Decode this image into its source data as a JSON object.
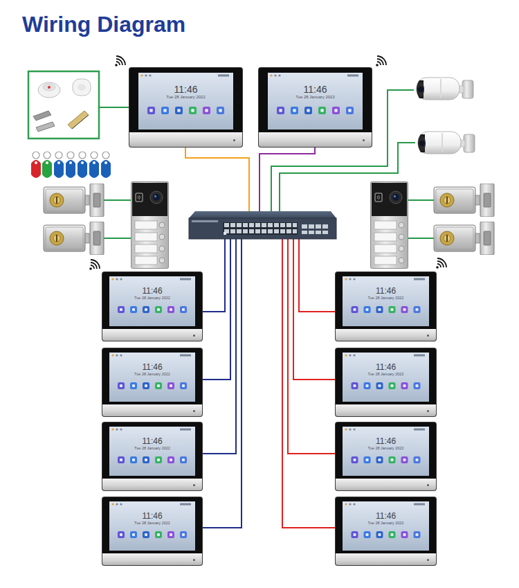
{
  "diagram": {
    "title": "Wiring Diagram",
    "nodes": [
      {
        "text": [
          "11:46",
          "Tue 28 January 2022"
        ]
      },
      {
        "text": [
          "11:46",
          "Tue 28 January 2022"
        ]
      },
      {
        "text": [
          "11:46",
          "Tue 28 January 2022"
        ]
      },
      {
        "text": [
          "11:46",
          "Tue 28 January 2022"
        ]
      },
      {
        "text": [
          "11:46",
          "Tue 28 January 2022"
        ]
      },
      {
        "text": [
          "11:46",
          "Tue 28 January 2022"
        ]
      },
      {
        "text": [
          "11:46",
          "Tue 28 January 2022"
        ]
      },
      {
        "text": [
          "11:46",
          "Tue 28 January 2022"
        ]
      },
      {
        "text": [
          "11:46",
          "Tue 28 January 2022"
        ]
      },
      {
        "text": [
          "11:46",
          "Tue 28 January 2022"
        ]
      }
    ]
  }
}
